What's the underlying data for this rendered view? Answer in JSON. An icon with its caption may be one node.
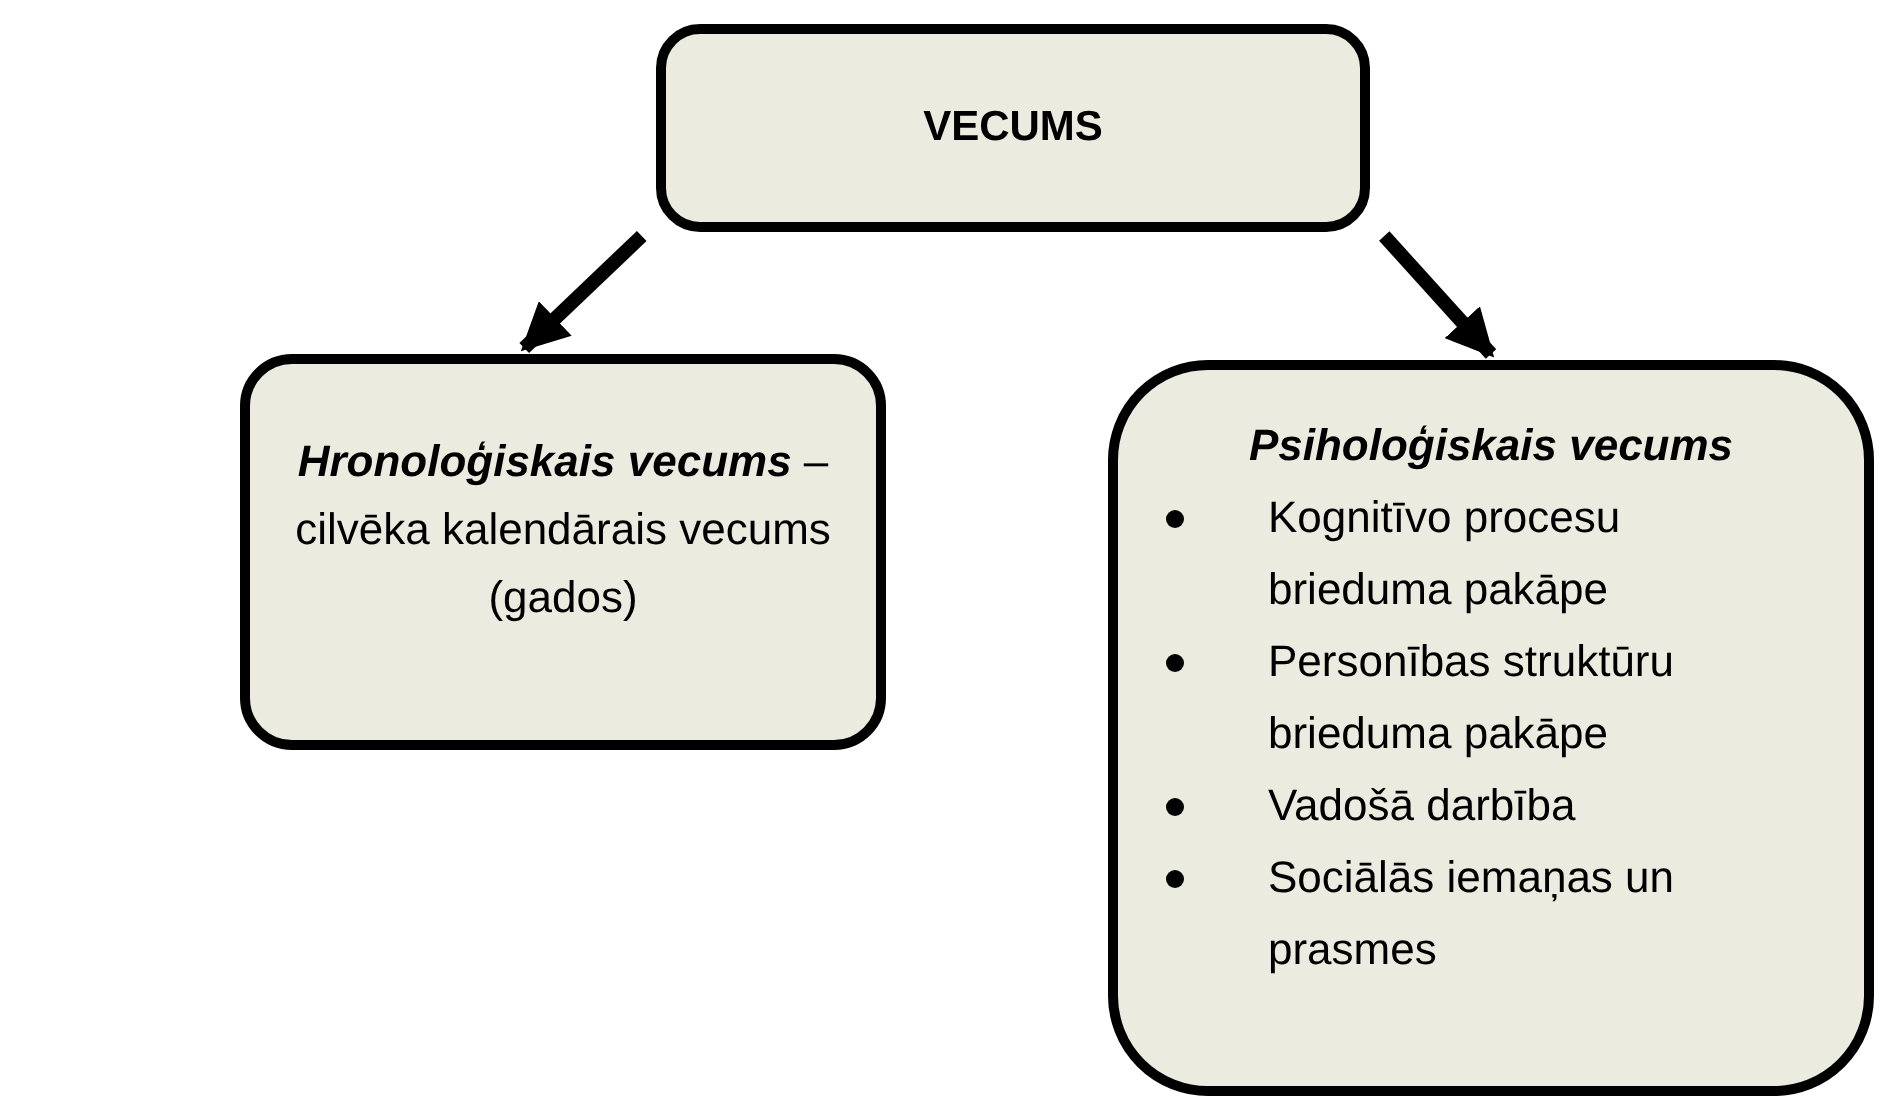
{
  "diagram": {
    "nodes": [
      {
        "text": [
          "VECUMS"
        ]
      },
      {
        "text": [
          "**Hronoloģiskais vecums** – cilvēka kalendārais vecums (gados)"
        ]
      },
      {
        "text": [
          "Psiholoģiskais vecums",
          "Kognitīvo procesu brieduma pakāpe",
          "Personības struktūru brieduma pakāpe",
          "Vadošā darbība",
          "Sociālās iemaņas un prasmes"
        ]
      }
    ],
    "edges": [
      {
        "from": 0,
        "to": 1,
        "arrow": "to"
      },
      {
        "from": 0,
        "to": 2,
        "arrow": "to"
      }
    ]
  }
}
